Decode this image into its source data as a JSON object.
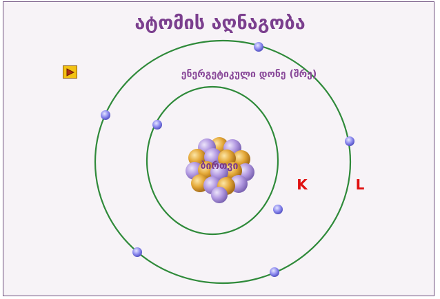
{
  "title": "ატომის აღნაგობა",
  "play_icon": "play-icon",
  "labels": {
    "energy_level": "ენერგეტიკული დონე (შრე)",
    "nucleus": "ბირთვი",
    "shell_k": "K",
    "shell_l": "L"
  },
  "colors": {
    "title": "#7b3f8e",
    "label": "#8a4a9a",
    "orbit": "#2f8a3a",
    "shell_letter": "#e01010",
    "electron": "#8080e8",
    "proton": "#e0a030",
    "neutron": "#b09ae0"
  }
}
